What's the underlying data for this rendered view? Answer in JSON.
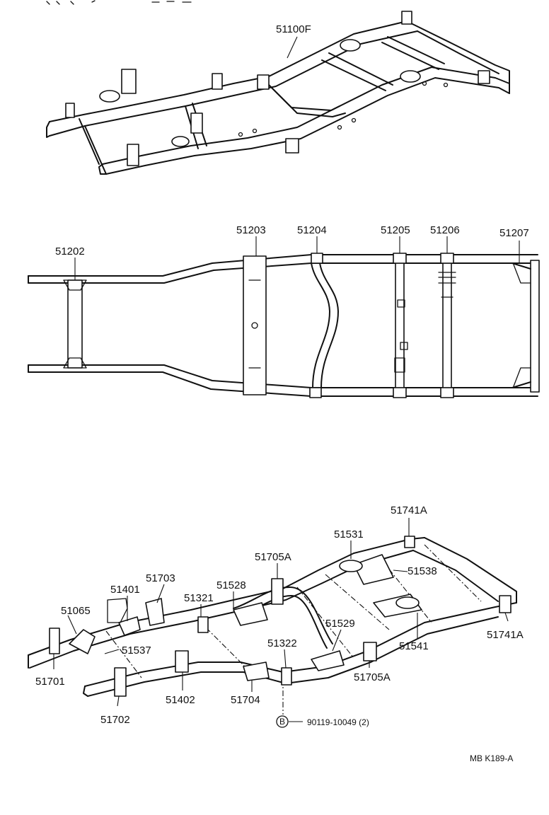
{
  "top_view": {
    "assembly_label": "51100F"
  },
  "middle_view": {
    "labels": [
      "51202",
      "51203",
      "51204",
      "51205",
      "51206",
      "51207"
    ]
  },
  "bottom_view": {
    "labels": {
      "p51741a_top": "51741A",
      "p51531": "51531",
      "p51538": "51538",
      "p51705a_top": "51705A",
      "p51528": "51528",
      "p51703": "51703",
      "p51401": "51401",
      "p51321": "51321",
      "p51065": "51065",
      "p51537": "51537",
      "p51529": "51529",
      "p51322": "51322",
      "p51541": "51541",
      "p51741a_right": "51741A",
      "p51701": "51701",
      "p51402": "51402",
      "p51704": "51704",
      "p51705a_bottom": "51705A",
      "p51702": "51702"
    },
    "bolt": {
      "symbol": "B",
      "part_no": "90119-10049 (2)"
    }
  },
  "footer": {
    "ref_code": "MB  K189-A"
  }
}
